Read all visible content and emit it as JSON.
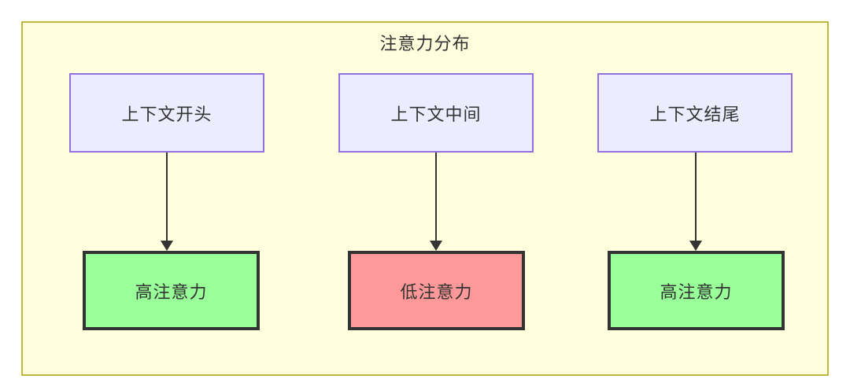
{
  "diagram": {
    "type": "flowchart",
    "title": "注意力分布",
    "container": {
      "name": "attention-distribution-subgraph",
      "fill": "#ffffde",
      "stroke": "#bfb83c"
    },
    "columns": [
      {
        "id": "col-1",
        "source": {
          "label": "上下文开头",
          "fill": "#ececff",
          "stroke": "#9370db"
        },
        "target": {
          "label": "高注意力",
          "fill": "#99ff99",
          "stroke": "#333333"
        },
        "edge": {
          "style": "solid-arrow",
          "color": "#333333"
        }
      },
      {
        "id": "col-2",
        "source": {
          "label": "上下文中间",
          "fill": "#ececff",
          "stroke": "#9370db"
        },
        "target": {
          "label": "低注意力",
          "fill": "#ff9999",
          "stroke": "#333333"
        },
        "edge": {
          "style": "solid-arrow",
          "color": "#333333"
        }
      },
      {
        "id": "col-3",
        "source": {
          "label": "上下文结尾",
          "fill": "#ececff",
          "stroke": "#9370db"
        },
        "target": {
          "label": "高注意力",
          "fill": "#99ff99",
          "stroke": "#333333"
        },
        "edge": {
          "style": "solid-arrow",
          "color": "#333333"
        }
      }
    ]
  }
}
